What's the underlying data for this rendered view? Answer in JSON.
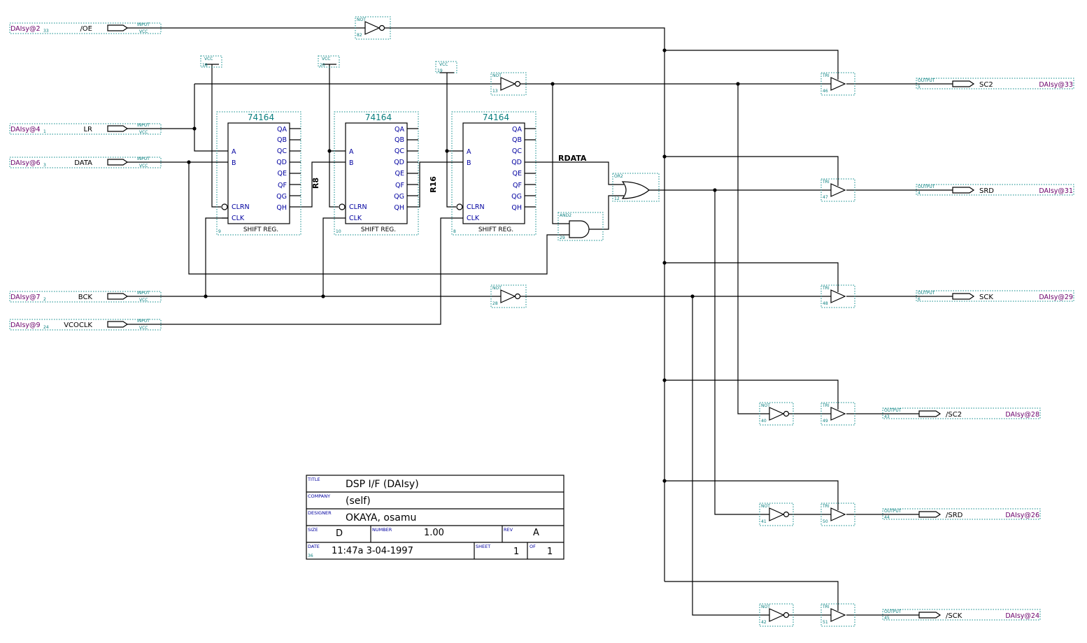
{
  "inputs": [
    {
      "dal": "DAIsy@2",
      "pin": "33",
      "name": "/OE",
      "type": "INPUT",
      "vcc": "VCC"
    },
    {
      "dal": "DAIsy@4",
      "pin": "1",
      "name": "LR",
      "type": "INPUT",
      "vcc": "VCC"
    },
    {
      "dal": "DAIsy@6",
      "pin": "3",
      "name": "DATA",
      "type": "INPUT",
      "vcc": "VCC"
    },
    {
      "dal": "DAIsy@7",
      "pin": "2",
      "name": "BCK",
      "type": "INPUT",
      "vcc": "VCC"
    },
    {
      "dal": "DAIsy@9",
      "pin": "24",
      "name": "VCOCLK",
      "type": "INPUT",
      "vcc": "VCC"
    }
  ],
  "outputs": [
    {
      "type": "OUTPUT",
      "pin": "5",
      "name": "SC2",
      "dal": "DAIsy@33"
    },
    {
      "type": "OUTPUT",
      "pin": "4",
      "name": "SRD",
      "dal": "DAIsy@31"
    },
    {
      "type": "OUTPUT",
      "pin": "6",
      "name": "SCK",
      "dal": "DAIsy@29"
    },
    {
      "type": "OUTPUT",
      "pin": "43",
      "name": "/SC2",
      "dal": "DAIsy@28"
    },
    {
      "type": "OUTPUT",
      "pin": "44",
      "name": "/SRD",
      "dal": "DAIsy@26"
    },
    {
      "type": "OUTPUT",
      "pin": "45",
      "name": "/SCK",
      "dal": "DAIsy@24"
    }
  ],
  "vcc": [
    {
      "label": "VCC",
      "id": "18"
    },
    {
      "label": "VCC",
      "id": "20"
    },
    {
      "label": "VCC",
      "id": "19"
    }
  ],
  "shift_registers": [
    {
      "part": "74164",
      "label": "SHIFT REG.",
      "id": "9"
    },
    {
      "part": "74164",
      "label": "SHIFT REG.",
      "id": "10"
    },
    {
      "part": "74164",
      "label": "SHIFT REG.",
      "id": "8"
    }
  ],
  "shift_pins": {
    "left": [
      "A",
      "B",
      "CLRN",
      "CLK"
    ],
    "right": [
      "QA",
      "QB",
      "QC",
      "QD",
      "QE",
      "QF",
      "QG",
      "QH"
    ]
  },
  "nets": {
    "r8": "R8",
    "r16": "R16",
    "rdata": "RDATA"
  },
  "gates": {
    "not_oe": {
      "type": "NOT",
      "id": "82"
    },
    "not_top": {
      "type": "NOT",
      "id": "13"
    },
    "not_bck": {
      "type": "NOT",
      "id": "28"
    },
    "or": {
      "type": "OR2",
      "id": "12"
    },
    "and": {
      "type": "AND2",
      "id": "29"
    },
    "not_sc2": {
      "type": "NOT",
      "id": "40"
    },
    "not_srd": {
      "type": "NOT",
      "id": "41"
    },
    "not_sck": {
      "type": "NOT",
      "id": "42"
    }
  },
  "tri": [
    {
      "type": "TRI",
      "id": "46"
    },
    {
      "type": "TRI",
      "id": "47"
    },
    {
      "type": "TRI",
      "id": "48"
    },
    {
      "type": "TRI",
      "id": "49"
    },
    {
      "type": "TRI",
      "id": "50"
    },
    {
      "type": "TRI",
      "id": "51"
    }
  ],
  "title_block": {
    "title_label": "TITLE",
    "title": "DSP I/F  (DAIsy)",
    "company_label": "COMPANY",
    "company": "(self)",
    "designer_label": "DESIGNER",
    "designer": "OKAYA, osamu",
    "size_label": "SIZE",
    "size": "D",
    "number_label": "NUMBER",
    "number": "1.00",
    "rev_label": "REV",
    "rev": "A",
    "date_label": "DATE",
    "date_id": "36",
    "date": "11:47a  3-04-1997",
    "sheet_label": "SHEET",
    "sheet": "1",
    "of_label": "OF",
    "of": "1"
  }
}
